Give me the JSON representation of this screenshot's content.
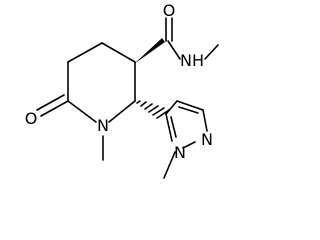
{
  "molecule": {
    "atoms": {
      "carbonyl_o_top": "O",
      "amide_nh": "NH",
      "lactam_o": "O",
      "ring_n": "N",
      "pyrazole_n1": "N",
      "pyrazole_n2": "N"
    }
  }
}
